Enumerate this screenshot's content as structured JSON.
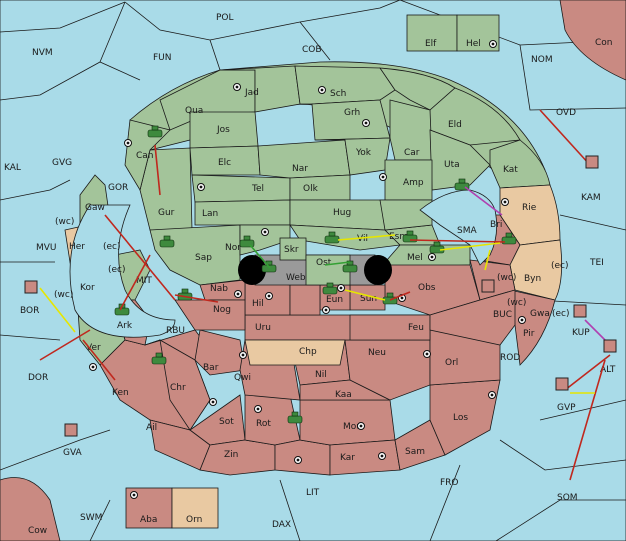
{
  "map": {
    "title": "",
    "colors": {
      "sea": "#a9dbe8",
      "green": "#a3c49a",
      "red": "#c98a82",
      "tan": "#e9c9a2",
      "grey": "#9a9a9a",
      "order_move": "#c0281e",
      "order_support": "#e6e600",
      "order_convoy": "#b040b0",
      "order_hold": "#33a033"
    },
    "sea_labels": {
      "POL": "POL",
      "NVM": "NVM",
      "FUN": "FUN",
      "COB": "COB",
      "NOM": "NOM",
      "OVD": "OVD",
      "KAL": "KAL",
      "GVG": "GVG",
      "MVU": "MVU",
      "BOR": "BOR",
      "DOR": "DOR",
      "GVA": "GVA",
      "TEI": "TEI",
      "KAM": "KAM",
      "KUP": "KUP",
      "GVP": "GVP",
      "SOM": "SOM",
      "FRO": "FRO",
      "LIT": "LIT",
      "DAX": "DAX",
      "SWM": "SWM",
      "Cow": "Cow",
      "Con": "Con",
      "SMA": "SMA",
      "MIT": "MIT",
      "GOR": "GOR",
      "RBU": "RBU",
      "BUC": "BUC",
      "ROD": "ROD",
      "ALT": "ALT",
      "Elf": "Elf",
      "Hel": "Hel"
    },
    "land_labels": {
      "Jad": "Jad",
      "Sch": "Sch",
      "Qua": "Qua",
      "Jos": "Jos",
      "Grh": "Grh",
      "Eld": "Eld",
      "Can": "Can",
      "Yok": "Yok",
      "Car": "Car",
      "Elc": "Elc",
      "Nar": "Nar",
      "Uta": "Uta",
      "Kat": "Kat",
      "Tel": "Tel",
      "Olk": "Olk",
      "Amp": "Amp",
      "Gur": "Gur",
      "Lan": "Lan",
      "Hug": "Hug",
      "Rie": "Rie",
      "Gaw": "Gaw",
      "Bri": "Bri",
      "Her": "Her",
      "Nor": "Nor",
      "Skr": "Skr",
      "Vil": "Vil",
      "Esm": "Esm",
      "Sap": "Sap",
      "Web": "Web",
      "Ost": "Ost",
      "Mel": "Mel",
      "Byn": "Byn",
      "Kor": "Kor",
      "Nab": "Nab",
      "Eun": "Eun",
      "Sun": "Sun",
      "Obs": "Obs",
      "Gwa": "Gwa",
      "Ark": "Ark",
      "Hil": "Hil",
      "Nog": "Nog",
      "Uru": "Uru",
      "Feu": "Feu",
      "Pir": "Pir",
      "Chp": "Chp",
      "Neu": "Neu",
      "Orl": "Orl",
      "Ver": "Ver",
      "Bar": "Bar",
      "Qwi": "Qwi",
      "Nil": "Nil",
      "Ken": "Ken",
      "Chr": "Chr",
      "Kaa": "Kaa",
      "Ail": "Ail",
      "Sot": "Sot",
      "Rot": "Rot",
      "Mou": "Mou",
      "Los": "Los",
      "Zin": "Zin",
      "Kar": "Kar",
      "Sam": "Sam",
      "Aba": "Aba",
      "Orn": "Orn"
    },
    "coast_tags": {
      "wc1": "(wc)",
      "ec1": "(ec)",
      "ec2": "(ec)",
      "wc2": "(wc)",
      "wc3": "(wc)",
      "ec3": "(ec)",
      "wc4": "(wc)",
      "ec4": "(ec)"
    }
  }
}
